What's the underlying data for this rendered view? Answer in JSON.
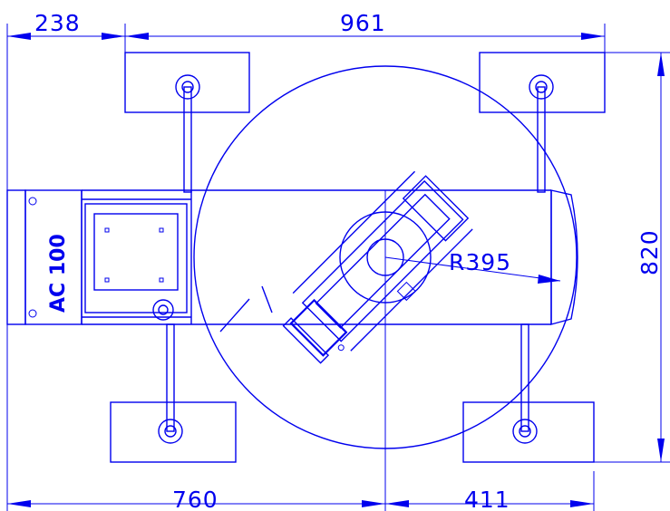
{
  "colors": {
    "ink": "#0000ee",
    "background": "#ffffff"
  },
  "dimensions": {
    "top_left": "238",
    "top_right": "961",
    "bottom_left": "760",
    "bottom_right": "411",
    "height": "820",
    "radius": "R395"
  },
  "machine": {
    "model_label": "AC 100"
  }
}
